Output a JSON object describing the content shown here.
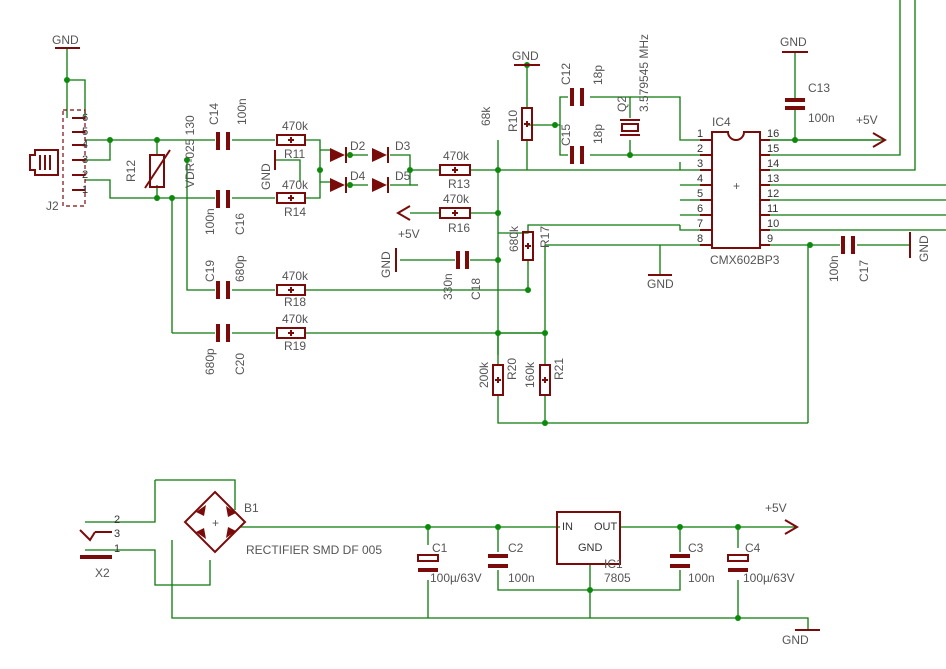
{
  "title": "",
  "labels": {
    "gnd": "GND",
    "vcc": "+5V",
    "j2": "J2",
    "r12": "R12",
    "vdr": "VDR-025 130",
    "c14": "C14",
    "c14v": "100n",
    "c16": "C16",
    "c16v": "100n",
    "r11": "R11",
    "r11v": "470k",
    "r14": "R14",
    "r14v": "470k",
    "d2": "D2",
    "d3": "D3",
    "d4": "D4",
    "d5": "D5",
    "r13": "R13",
    "r13v": "470k",
    "r16": "R16",
    "r16v": "470k",
    "r10": "R10",
    "r10v": "68k",
    "c12": "C12",
    "c12v": "18p",
    "c15": "C15",
    "c15v": "18p",
    "q2": "Q2",
    "q2v": "3.579545 MHz",
    "ic4": "IC4",
    "ic4v": "CMX602BP3",
    "c13": "C13",
    "c13v": "100n",
    "r17": "R17",
    "r17v": "680k",
    "c18": "C18",
    "c18v": "330n",
    "c19": "C19",
    "c19v": "680p",
    "c20": "C20",
    "c20v": "680p",
    "r18": "R18",
    "r18v": "470k",
    "r19": "R19",
    "r19v": "470k",
    "r20": "R20",
    "r20v": "200k",
    "r21": "R21",
    "r21v": "160k",
    "c17": "C17",
    "c17v": "100n",
    "b1": "B1",
    "b1v": "RECTIFIER SMD DF 005",
    "x2": "X2",
    "c1": "C1",
    "c1v": "100µ/63V",
    "c2": "C2",
    "c2v": "100n",
    "ic1": "IC1",
    "ic1v": "7805",
    "ic1in": "IN",
    "ic1out": "OUT",
    "ic1gnd": "GND",
    "c3": "C3",
    "c3v": "100n",
    "c4": "C4",
    "c4v": "100µ/63V"
  },
  "ic4_pins_left": [
    "1",
    "2",
    "3",
    "4",
    "5",
    "6",
    "7",
    "8"
  ],
  "ic4_pins_right": [
    "16",
    "15",
    "14",
    "13",
    "12",
    "11",
    "10",
    "9"
  ],
  "j2_pins": [
    "6",
    "5",
    "4",
    "3",
    "2",
    "1"
  ],
  "x2_pins": [
    "2",
    "3",
    "1"
  ]
}
